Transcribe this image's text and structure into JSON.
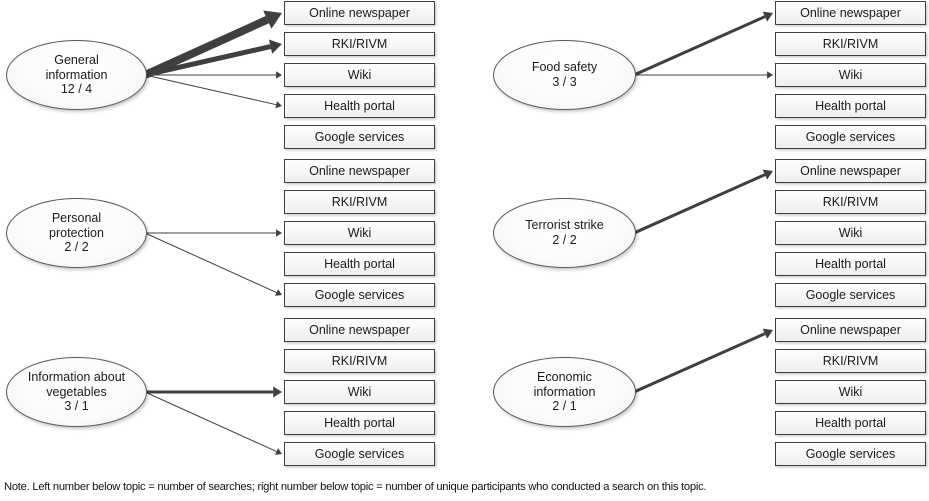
{
  "diagram": {
    "type": "flow-network",
    "sources": [
      "Online newspaper",
      "RKI/RIVM",
      "Wiki",
      "Health portal",
      "Google services"
    ],
    "groups": [
      {
        "id": "general-information",
        "topic_name": "General\ninformation",
        "searches": 12,
        "unique_participants": 4,
        "counts_label": "12 / 4",
        "column": "left",
        "row": 1,
        "edges": [
          {
            "target": "Online newspaper",
            "weight": 8
          },
          {
            "target": "RKI/RIVM",
            "weight": 5
          },
          {
            "target": "Wiki",
            "weight": 1
          },
          {
            "target": "Health portal",
            "weight": 1
          }
        ]
      },
      {
        "id": "personal-protection",
        "topic_name": "Personal\nprotection",
        "searches": 2,
        "unique_participants": 2,
        "counts_label": "2 / 2",
        "column": "left",
        "row": 2,
        "edges": [
          {
            "target": "Wiki",
            "weight": 1
          },
          {
            "target": "Google services",
            "weight": 1
          }
        ]
      },
      {
        "id": "information-about-vegetables",
        "topic_name": "Information about\nvegetables",
        "searches": 3,
        "unique_participants": 1,
        "counts_label": "3 / 1",
        "column": "left",
        "row": 3,
        "edges": [
          {
            "target": "Wiki",
            "weight": 3
          },
          {
            "target": "Google services",
            "weight": 1
          }
        ]
      },
      {
        "id": "food-safety",
        "topic_name": "Food safety",
        "searches": 3,
        "unique_participants": 3,
        "counts_label": "3 / 3",
        "column": "right",
        "row": 1,
        "edges": [
          {
            "target": "Online newspaper",
            "weight": 3
          },
          {
            "target": "Wiki",
            "weight": 1
          }
        ]
      },
      {
        "id": "terrorist-strike",
        "topic_name": "Terrorist strike",
        "searches": 2,
        "unique_participants": 2,
        "counts_label": "2 / 2",
        "column": "right",
        "row": 2,
        "edges": [
          {
            "target": "Online newspaper",
            "weight": 3
          }
        ]
      },
      {
        "id": "economic-information",
        "topic_name": "Economic\ninformation",
        "searches": 2,
        "unique_participants": 1,
        "counts_label": "2 / 1",
        "column": "right",
        "row": 3,
        "edges": [
          {
            "target": "Online newspaper",
            "weight": 3
          }
        ]
      }
    ],
    "colors": {
      "arrow": "#3f3f3f",
      "box_border": "#3f3f3f",
      "ellipse_border": "#585858",
      "text": "#1a1a1a"
    }
  },
  "footnote": {
    "text": "Note. Left number below topic = number of searches; right number below topic = number of unique participants who conducted a search on this topic."
  }
}
